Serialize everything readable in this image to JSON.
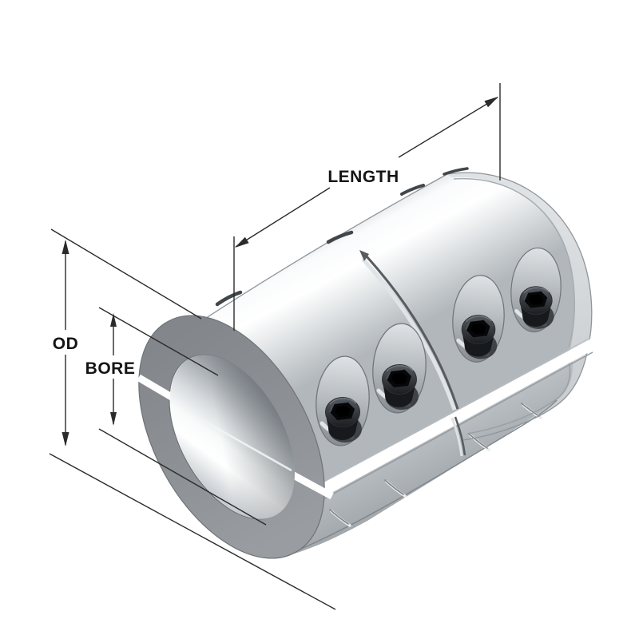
{
  "diagram": {
    "type": "technical-illustration",
    "subject": "two-piece clamp shaft coupling isometric view with dimension callouts",
    "labels": {
      "length": "LENGTH",
      "od": "OD",
      "bore": "BORE"
    },
    "colors": {
      "background": "#ffffff",
      "dimension_line": "#2b2b2b",
      "label_text": "#141414",
      "metal_highlight": "#ffffff",
      "metal_mid": "#c9ced2",
      "metal_dark_face": "#8d9194",
      "screw_black": "#17191c"
    }
  }
}
